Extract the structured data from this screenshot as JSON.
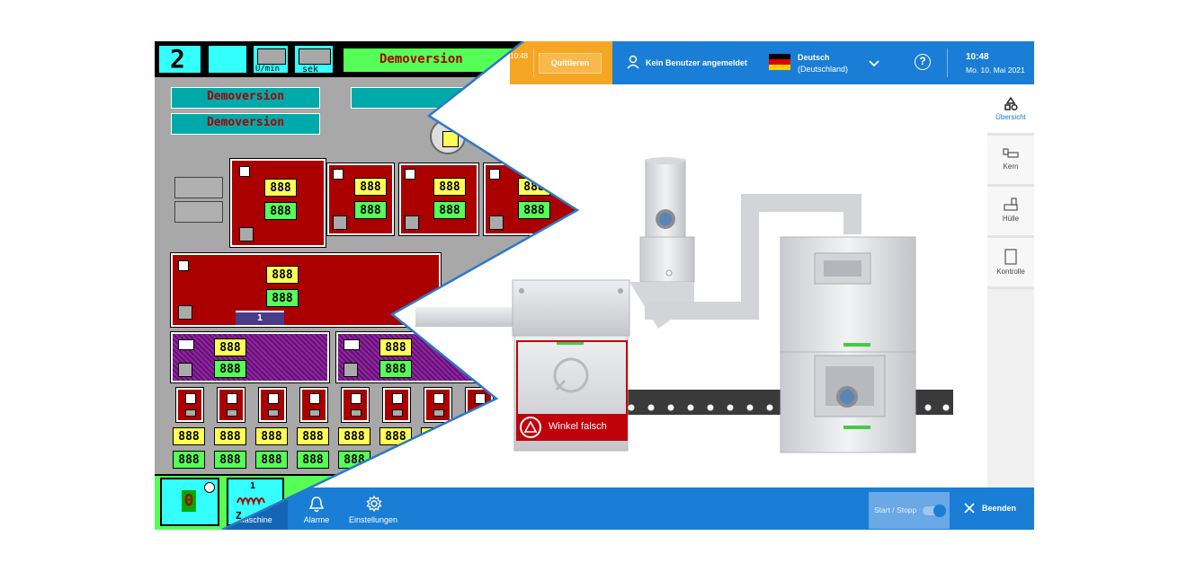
{
  "legacy": {
    "counter_value": "2",
    "unit_rpm": "U/min",
    "unit_sec": "sek",
    "demo_banner": "Demoversion",
    "demo_label_1": "Demoversion",
    "demo_label_2": "Demoversion",
    "display_value": "888",
    "status_value": "0",
    "small_marker": "1",
    "bottom_digit": "1",
    "bottom_letter": "Z"
  },
  "topbar": {
    "time_small": "10:48",
    "acknowledge_label": "Quittieren",
    "user_label": "Kein Benutzer angemeldet",
    "language_name": "Deutsch",
    "language_region": "(Deutschland)",
    "time": "10:48",
    "date": "Mo. 10. Mai 2021"
  },
  "sidebar": {
    "items": [
      {
        "label": "Übersicht"
      },
      {
        "label": "Kern"
      },
      {
        "label": "Hülle"
      },
      {
        "label": "Kontrolle"
      }
    ]
  },
  "machine": {
    "alarm_text": "Winkel falsch"
  },
  "bottombar": {
    "machine_label": "Maschine",
    "alarms_label": "Alarme",
    "settings_label": "Einstellungen",
    "start_stop_label": "Start / Stopp",
    "exit_label": "Beenden"
  },
  "colors": {
    "primary_blue": "#1a7dd6",
    "alarm_orange": "#f5a623",
    "alarm_red": "#c0000a",
    "legacy_red": "#aa0000",
    "legacy_cyan": "#33ffff"
  }
}
